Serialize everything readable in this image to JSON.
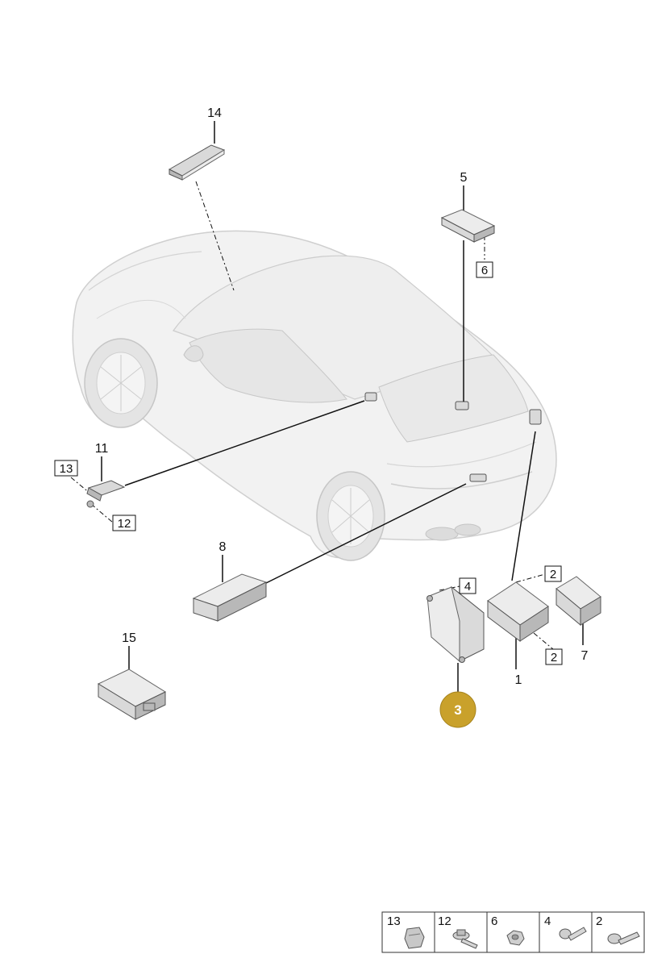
{
  "callouts": {
    "c14": "14",
    "c5": "5",
    "c6": "6",
    "c11": "11",
    "c13": "13",
    "c12": "12",
    "c8": "8",
    "c15": "15",
    "c4": "4",
    "c2a": "2",
    "c2b": "2",
    "c1": "1",
    "c7": "7",
    "c3": "3"
  },
  "highlight_color": "#c9a12b",
  "legend": {
    "cells": [
      {
        "label": "13",
        "icon": "clip-nut-icon"
      },
      {
        "label": "12",
        "icon": "flange-screw-icon"
      },
      {
        "label": "6",
        "icon": "hex-nut-icon"
      },
      {
        "label": "4",
        "icon": "screw-icon"
      },
      {
        "label": "2",
        "icon": "screw-icon"
      }
    ]
  }
}
